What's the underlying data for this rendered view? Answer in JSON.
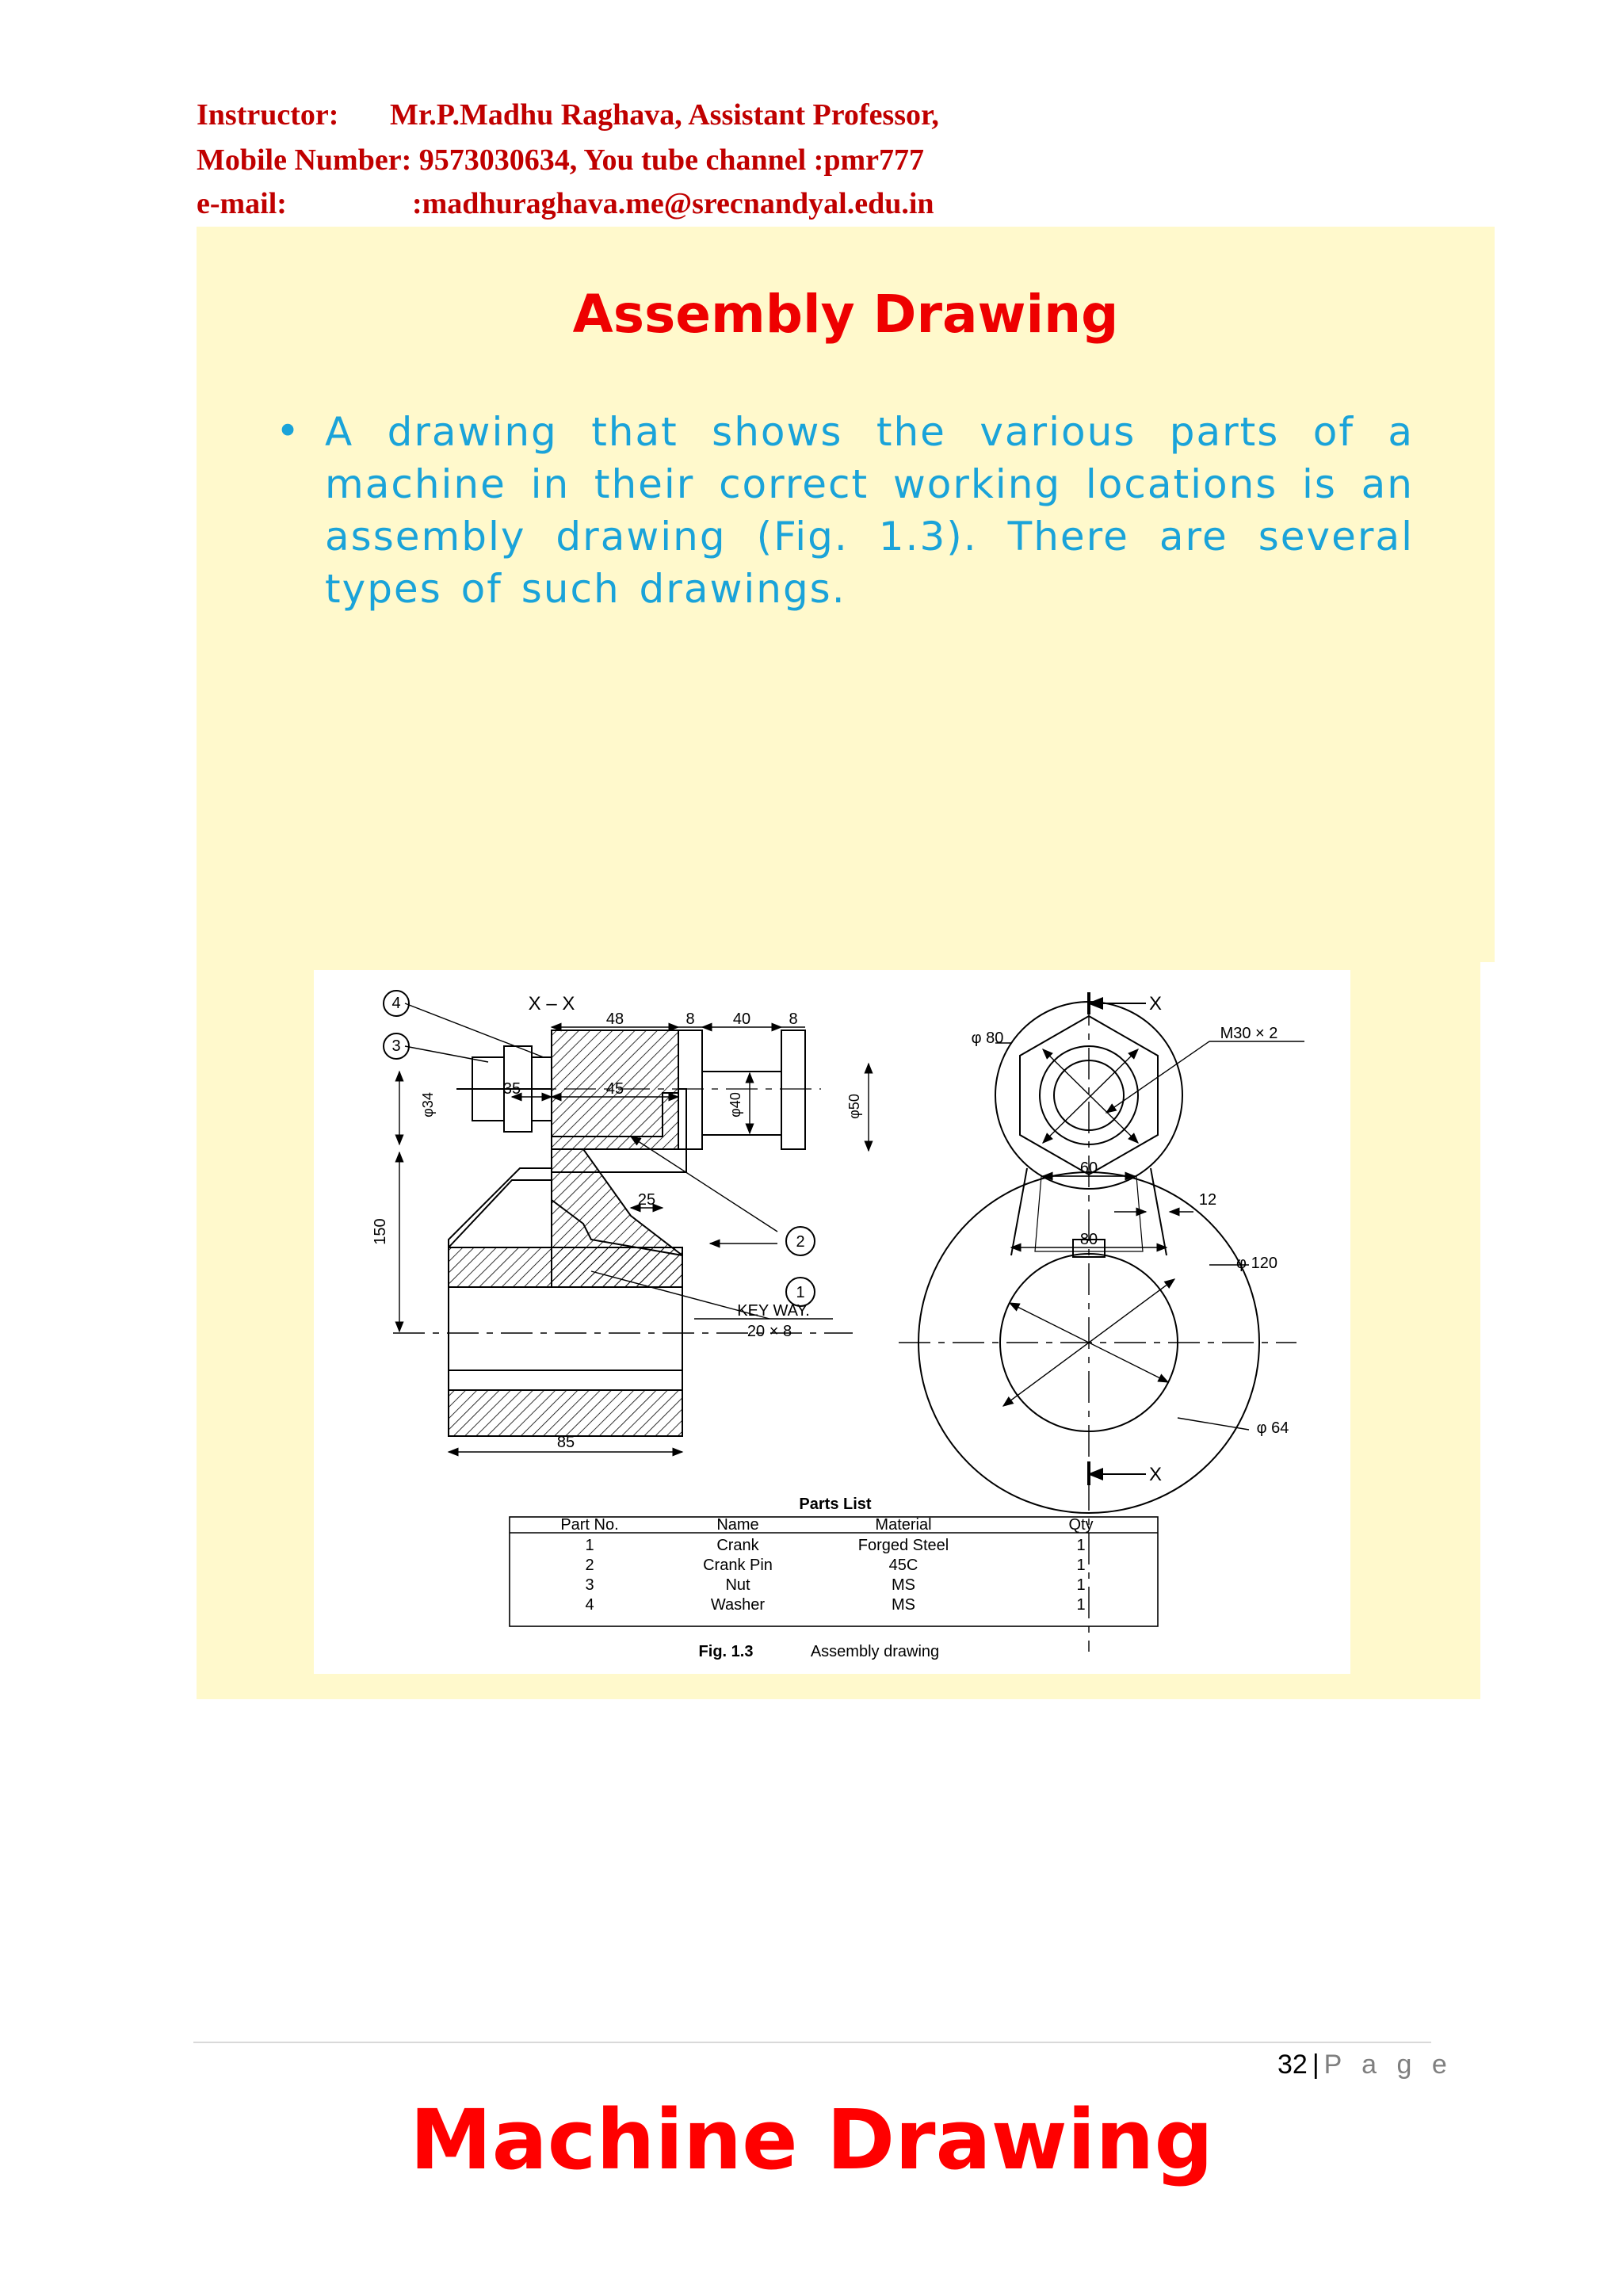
{
  "header": {
    "line1_label": "Instructor:",
    "line1_value": "Mr.P.Madhu Raghava, Assistant Professor,",
    "line2": "Mobile Number: 9573030634, You tube channel :pmr777",
    "line3_label": "e-mail:",
    "line3_value": ":madhuraghava.me@srecnandyal.edu.in"
  },
  "slide": {
    "title": "Assembly Drawing",
    "bullet_symbol": "•",
    "bullet_text": "A drawing that shows the various parts of a machine in their correct working locations is an assembly drawing (Fig. 1.3). There are several types of such drawings."
  },
  "figure": {
    "section_label": "X – X",
    "callouts": [
      "1",
      "2",
      "3",
      "4"
    ],
    "dimensions": {
      "d48": "48",
      "d8a": "8",
      "d40": "40",
      "d8b": "8",
      "d35": "35",
      "d45": "45",
      "d25": "25",
      "d150": "150",
      "d85": "85",
      "phi34": "φ34",
      "phi40": "φ40",
      "phi50": "φ50",
      "phi80": "φ 80",
      "m30": "M30 × 2",
      "d60": "60",
      "d12": "12",
      "d80": "80",
      "phi120": "φ 120",
      "phi64": "φ 64",
      "keyway": "KEY WAY.",
      "keyway_size": "20 × 8",
      "x_top": "X",
      "x_bottom": "X"
    },
    "parts_list": {
      "title": "Parts List",
      "headers": [
        "Part No.",
        "Name",
        "Material",
        "Qty"
      ],
      "rows": [
        [
          "1",
          "Crank",
          "Forged Steel",
          "1"
        ],
        [
          "2",
          "Crank Pin",
          "45C",
          "1"
        ],
        [
          "3",
          "Nut",
          "MS",
          "1"
        ],
        [
          "4",
          "Washer",
          "MS",
          "1"
        ]
      ]
    },
    "caption_label": "Fig. 1.3",
    "caption_text": "Assembly drawing"
  },
  "footer": {
    "page_number": "32",
    "separator": "|",
    "page_word": "P a g e",
    "title": "Machine Drawing"
  },
  "colors": {
    "header_red": "#c00000",
    "slide_bg": "#fff9cc",
    "title_red": "#ee0000",
    "bullet_blue": "#1aa3d9",
    "footer_red": "#ff0000"
  }
}
